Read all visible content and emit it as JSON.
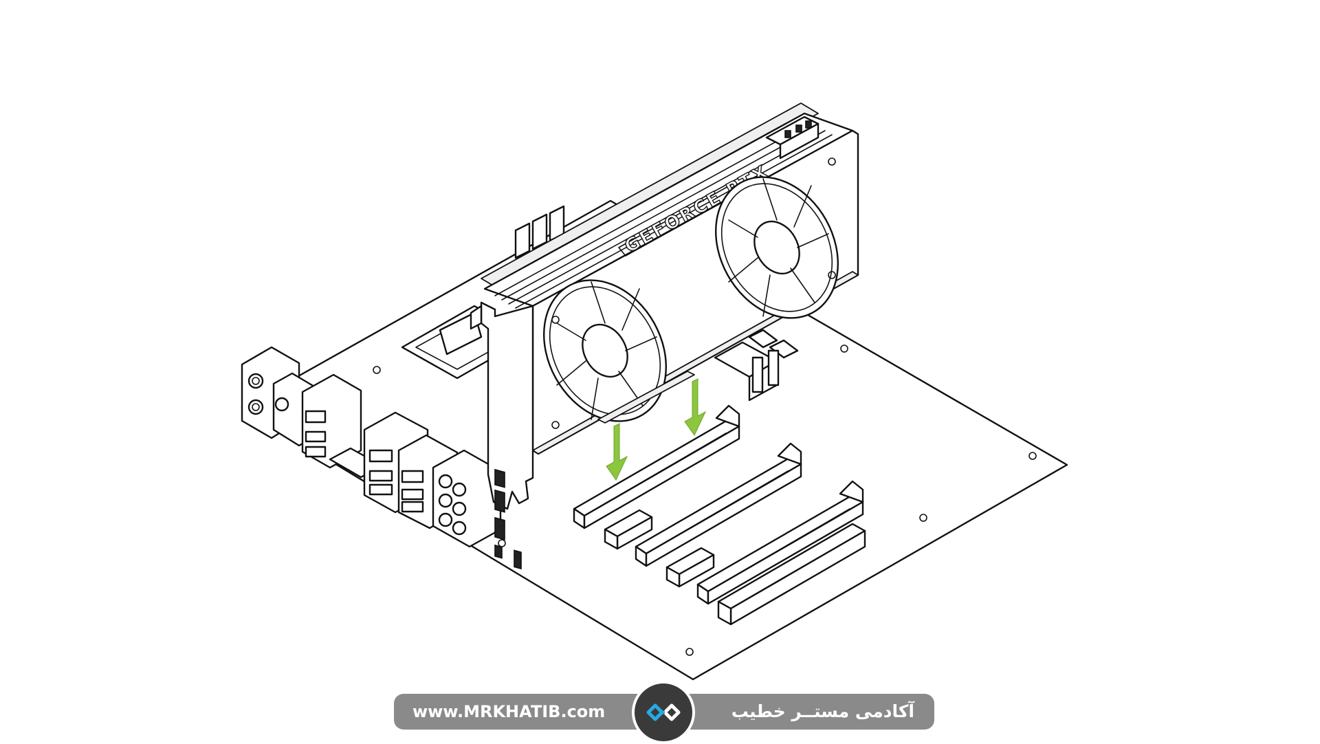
{
  "card": {
    "brand_text": "GEFORCE RTX"
  },
  "footer": {
    "website": "www.MRKHATIB.com",
    "brand_name": "آکادمی مستــر خطیب"
  },
  "colors": {
    "arrow": "#8cc63f",
    "footer_bar": "#8a8a8a",
    "logo_bg": "#3a3a3a",
    "logo_accent": "#29a9e1"
  },
  "icons": {
    "logo": "infinity-link-icon",
    "arrows": "arrow-down-icon"
  }
}
